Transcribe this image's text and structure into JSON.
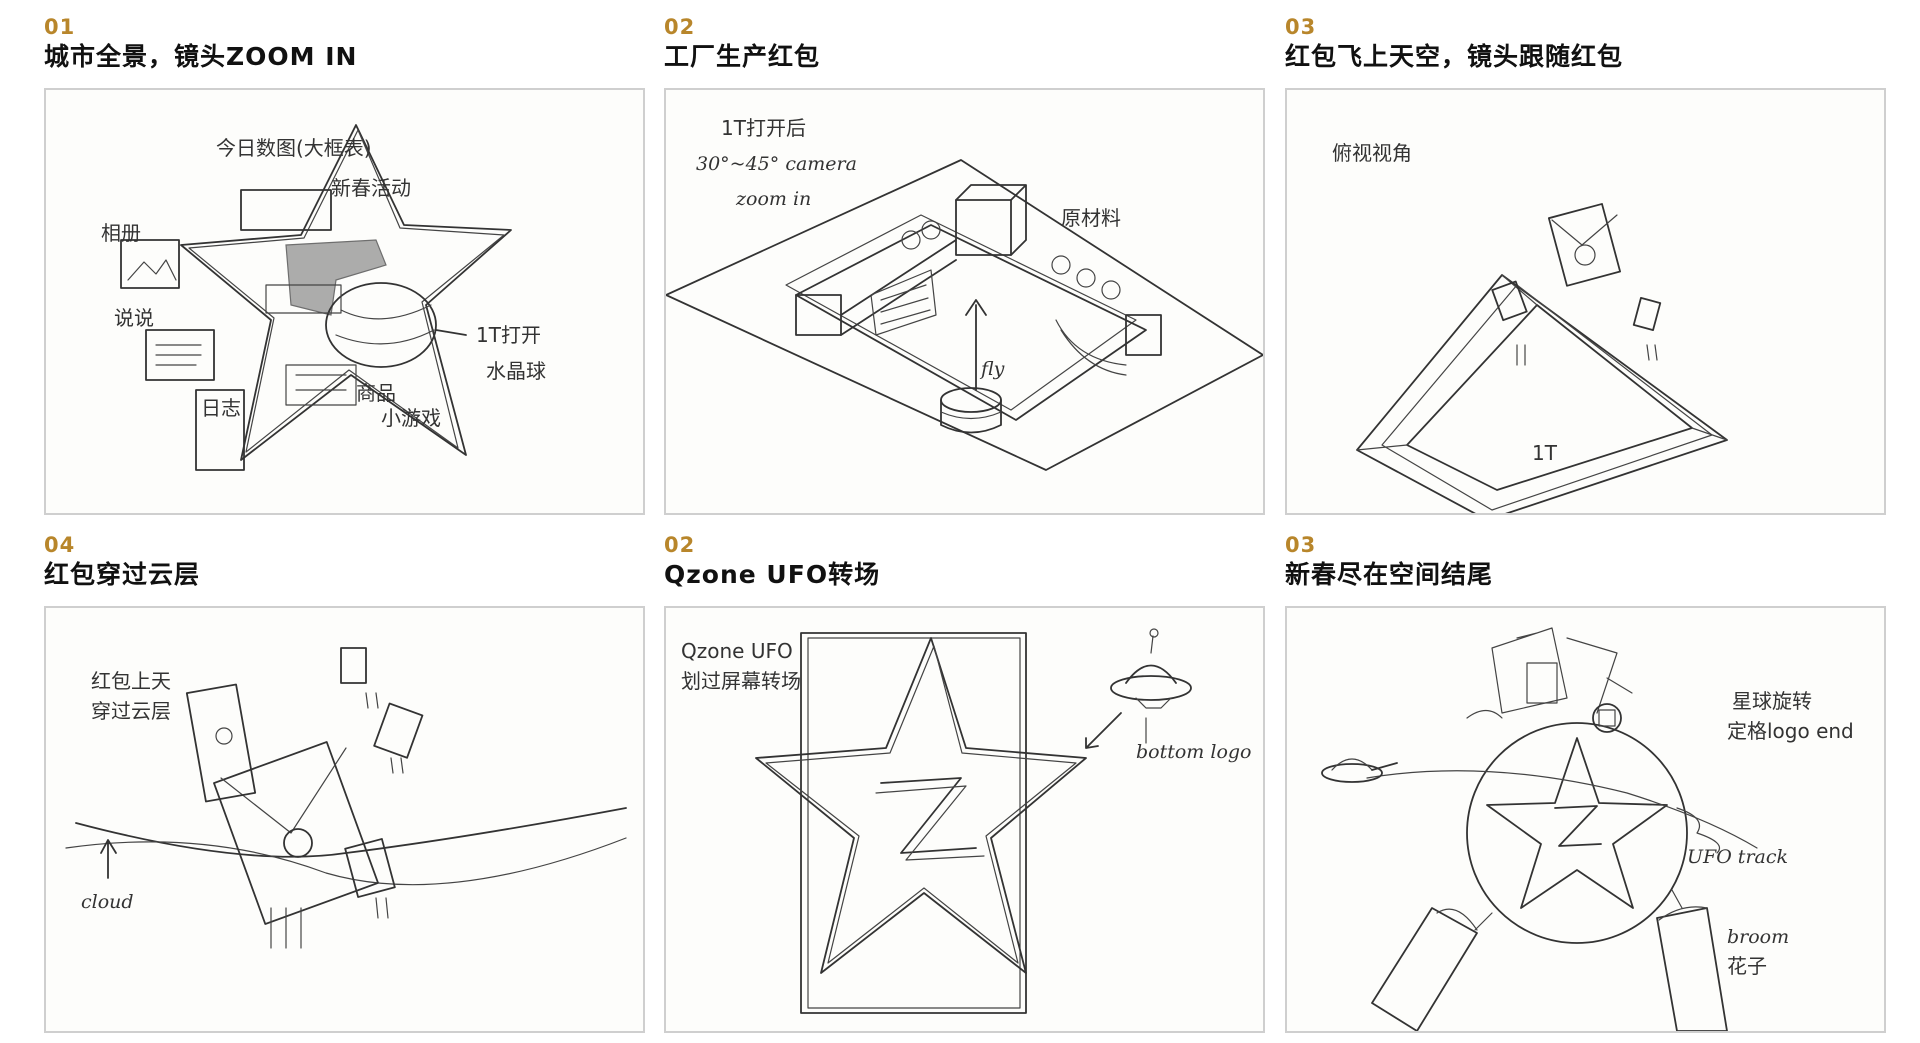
{
  "panels": [
    {
      "num": "01",
      "title": "城市全景，镜头ZOOM IN",
      "notes": [
        "今日数图(大框表)",
        "相册",
        "说说",
        "日志",
        "新春活动",
        "1T打开",
        "水晶球",
        "商品",
        "小游戏"
      ]
    },
    {
      "num": "02",
      "title": "工厂生产红包",
      "notes": [
        "1T打开后",
        "30°~45° camera",
        "zoom in",
        "原材料",
        "fly"
      ]
    },
    {
      "num": "03",
      "title": "红包飞上天空，镜头跟随红包",
      "notes": [
        "俯视视角",
        "1T"
      ]
    },
    {
      "num": "04",
      "title": "红包穿过云层",
      "notes": [
        "红包上天",
        "穿过云层",
        "cloud"
      ]
    },
    {
      "num": "02",
      "title": "Qzone UFO转场",
      "notes": [
        "Qzone UFO",
        "划过屏幕转场",
        "bottom logo"
      ]
    },
    {
      "num": "03",
      "title": "新春尽在空间结尾",
      "notes": [
        "星球旋转",
        "定格logo end",
        "UFO track",
        "broom",
        "花子"
      ]
    }
  ]
}
